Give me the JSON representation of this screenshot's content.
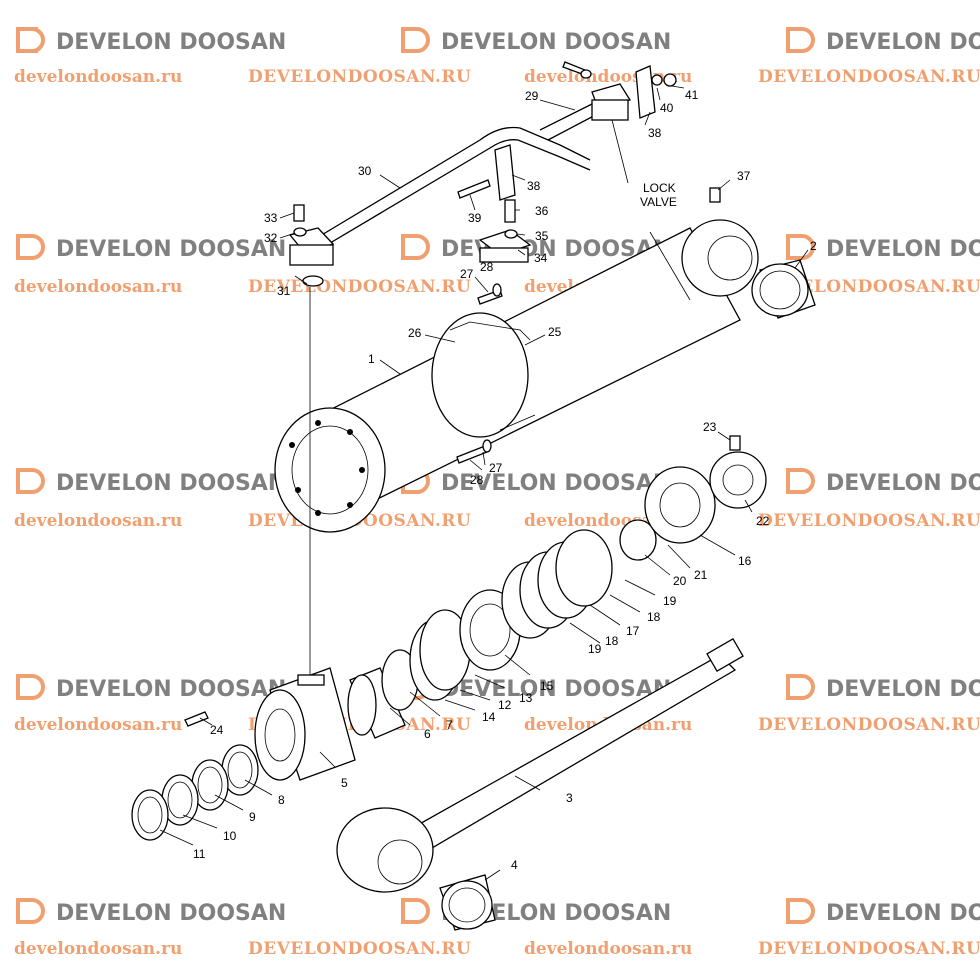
{
  "watermark": {
    "brand": "DEVELON DOOSAN",
    "url_lower": "develondoosan.ru",
    "url_upper": "DEVELONDOOSAN.RU",
    "logo_color": "#f0a070",
    "text_color": "#808080"
  },
  "callouts": {
    "c1": "1",
    "c2": "2",
    "c3": "3",
    "c4": "4",
    "c5": "5",
    "c6": "6",
    "c7": "7",
    "c8": "8",
    "c9": "9",
    "c10": "10",
    "c11": "11",
    "c12": "12",
    "c13": "13",
    "c14": "14",
    "c15": "15",
    "c16": "16",
    "c17": "17",
    "c18a": "18",
    "c18b": "18",
    "c19a": "19",
    "c19b": "19",
    "c20": "20",
    "c21": "21",
    "c22": "22",
    "c23": "23",
    "c24": "24",
    "c25": "25",
    "c26": "26",
    "c27a": "27",
    "c27b": "27",
    "c28a": "28",
    "c28b": "28",
    "c29": "29",
    "c30": "30",
    "c31": "31",
    "c32": "32",
    "c33": "33",
    "c34": "34",
    "c35": "35",
    "c36": "36",
    "c37": "37",
    "c38a": "38",
    "c38b": "38",
    "c39": "39",
    "c40": "40",
    "c41": "41",
    "lock_valve_1": "LOCK",
    "lock_valve_2": "VALVE"
  }
}
